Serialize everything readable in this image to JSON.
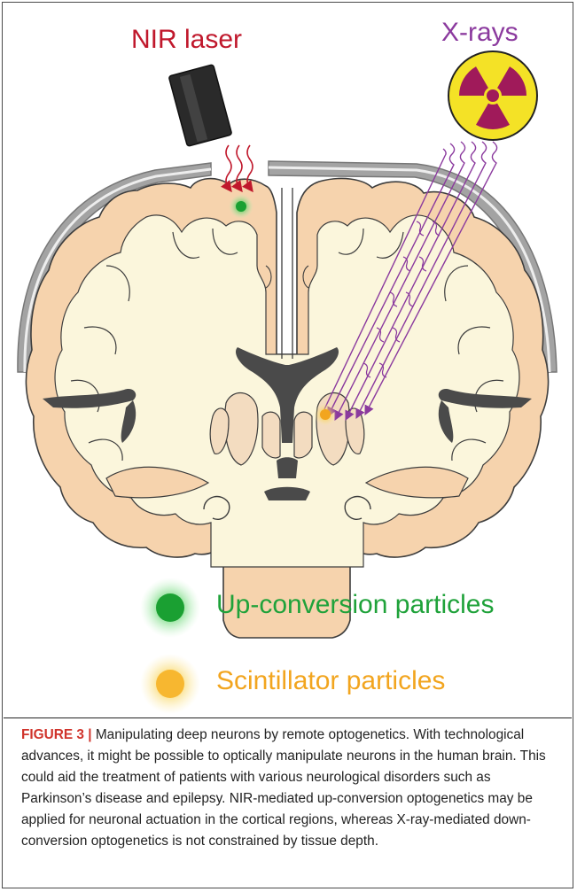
{
  "labels": {
    "nir_laser": "NIR laser",
    "x_rays": "X-rays"
  },
  "legend": {
    "up_conversion": "Up-conversion particles",
    "scintillator": "Scintillator particles"
  },
  "caption": {
    "figure_number": "FIGURE 3 |",
    "text": " Manipulating deep neurons by remote optogenetics. With technological advances, it might be possible to optically manipulate neurons in the human brain. This could aid the treatment of patients with various neurological disorders such as Parkinson’s disease and epilepsy. NIR-mediated up-conversion optogenetics may be applied for neuronal actuation in the cortical regions, whereas X-ray-mediated down-conversion optogenetics is not constrained by tissue depth."
  },
  "colors": {
    "nir": "#c0182c",
    "xray": "#8b3a9e",
    "up_conversion": "#1fa23a",
    "scintillator": "#f2a51f",
    "cortex": "#f6d3ad",
    "white_matter": "#fbf6dc",
    "ventricle": "#4a4a4a",
    "skull": "#9a9a9a"
  }
}
